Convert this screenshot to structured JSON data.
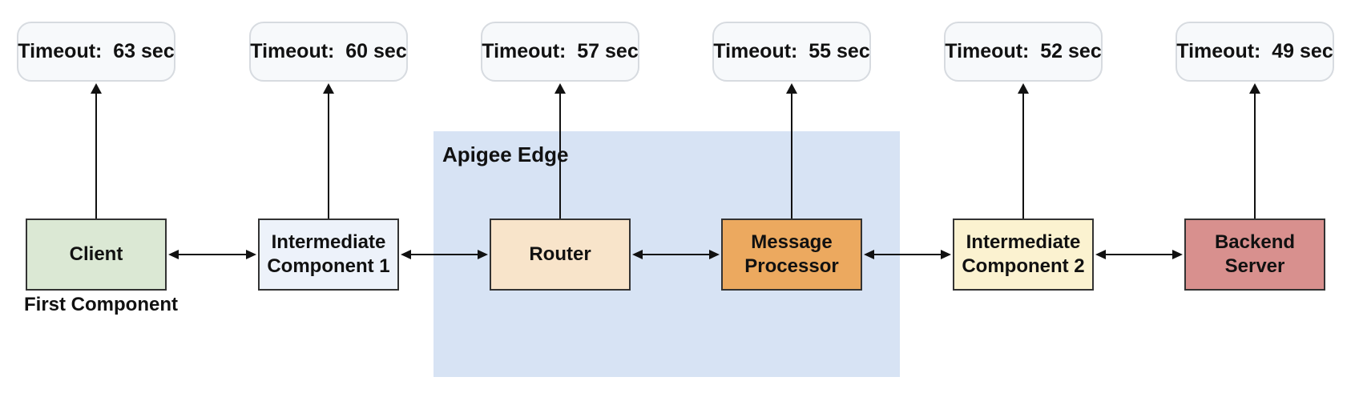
{
  "diagram": {
    "region": {
      "label": "Apigee Edge",
      "fill": "#d7e3f4"
    },
    "nodes": [
      {
        "name": "Client",
        "timeout_label": "Timeout:  63 sec",
        "fill": "#dbe8d4",
        "annotation": "First Component"
      },
      {
        "name": "Intermediate Component 1",
        "timeout_label": "Timeout:  60 sec",
        "fill": "#edf2fa"
      },
      {
        "name": "Router",
        "timeout_label": "Timeout:  57 sec",
        "fill": "#f8e4ca"
      },
      {
        "name": "Message Processor",
        "timeout_label": "Timeout:  55 sec",
        "fill": "#eca95f"
      },
      {
        "name": "Intermediate Component 2",
        "timeout_label": "Timeout:  52 sec",
        "fill": "#fbf2d0"
      },
      {
        "name": "Backend Server",
        "timeout_label": "Timeout:  49 sec",
        "fill": "#d8908e"
      }
    ],
    "colors": {
      "node_border": "#333333",
      "timeout_box_fill": "#f7f9fb",
      "timeout_box_border": "#d7dbe0",
      "arrow": "#111111",
      "text": "#111111",
      "background": "#ffffff"
    }
  }
}
